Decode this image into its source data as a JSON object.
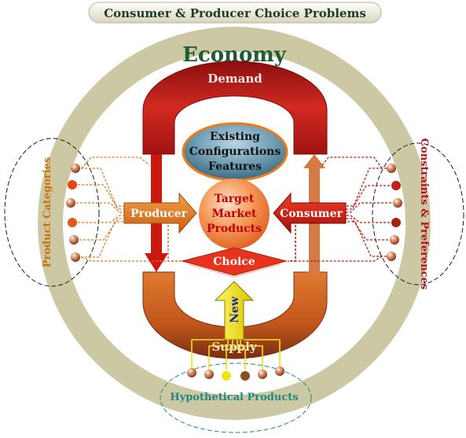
{
  "title": "Consumer & Producer Choice Problems",
  "economy": "Economy",
  "demand": "Demand",
  "supply": "Supply",
  "existing": [
    "Existing",
    "Configurations",
    "Features"
  ],
  "target": [
    "Target",
    "Market",
    "Products"
  ],
  "producer": "Producer",
  "consumer": "Consumer",
  "choice": "Choice",
  "new": "New",
  "product_categories": "Product Categories",
  "constraints_preferences": "Constraints & Preferences",
  "hypothetical_products": "Hypothetical Products",
  "colors": {
    "ring": "#cdc8a4",
    "demand_arc": "#b01818",
    "supply_arc": "#c55a1e",
    "producer_arrow": "#e07a22",
    "consumer_arrow": "#cf1a10",
    "choice": "#e8341c",
    "existing_fill": "#4a7f95",
    "target_fill": "#f0803a",
    "new_arrow": "#f2e30c",
    "left_label": "#c8700a",
    "right_label": "#b5101a",
    "bottom_label": "#1d8a7e"
  }
}
